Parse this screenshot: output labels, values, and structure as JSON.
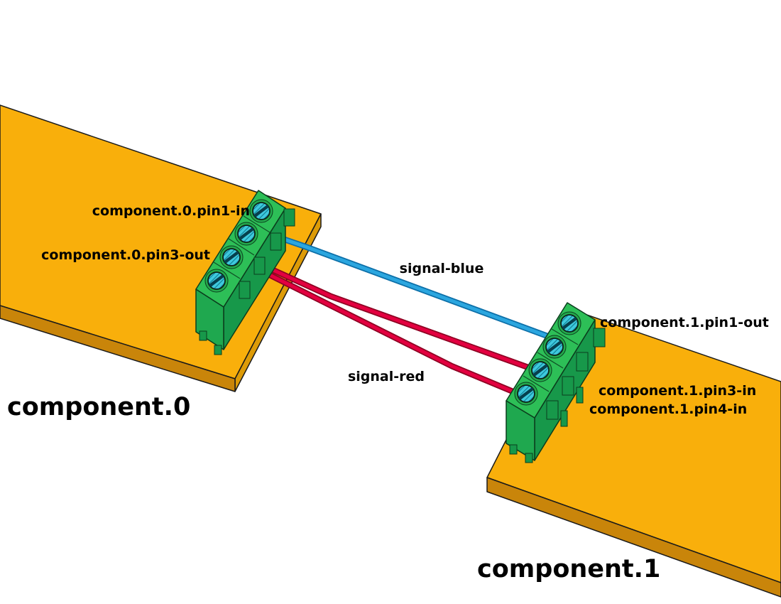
{
  "components": {
    "c0": {
      "name": "component.0",
      "pins": {
        "pin1": {
          "label": "component.0.pin1-in"
        },
        "pin3": {
          "label": "component.0.pin3-out"
        }
      }
    },
    "c1": {
      "name": "component.1",
      "pins": {
        "pin1": {
          "label": "component.1.pin1-out"
        },
        "pin3": {
          "label": "component.1.pin3-in"
        },
        "pin4": {
          "label": "component.1.pin4-in"
        }
      }
    }
  },
  "signals": {
    "blue": {
      "label": "signal-blue",
      "color": "#2ba6df",
      "outline": "#0c6fa8"
    },
    "red": {
      "label": "signal-red",
      "color": "#e30040",
      "outline": "#8e0022"
    }
  },
  "boards": {
    "colors": {
      "top": "#f9af0b",
      "edge": "#c9850a",
      "edge_light": "#dd9b07"
    }
  },
  "connectors": {
    "colors": {
      "top": "#2dbf57",
      "side": "#17984a",
      "end": "#1fa84f",
      "screw_fill": "#3fc9dd",
      "screw_hatch": "#0f7e95"
    }
  }
}
